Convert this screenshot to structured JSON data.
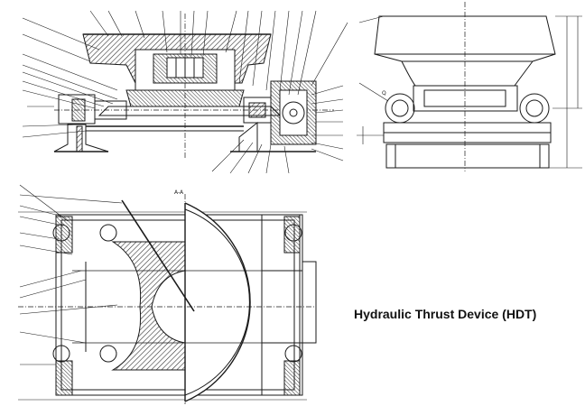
{
  "caption": "Hydraulic Thrust Device (HDT)",
  "section_label": "A-A",
  "side_view_label": "Q",
  "colors": {
    "ink": "#1a1a1a",
    "hatch": "#444444",
    "background": "#ffffff"
  }
}
